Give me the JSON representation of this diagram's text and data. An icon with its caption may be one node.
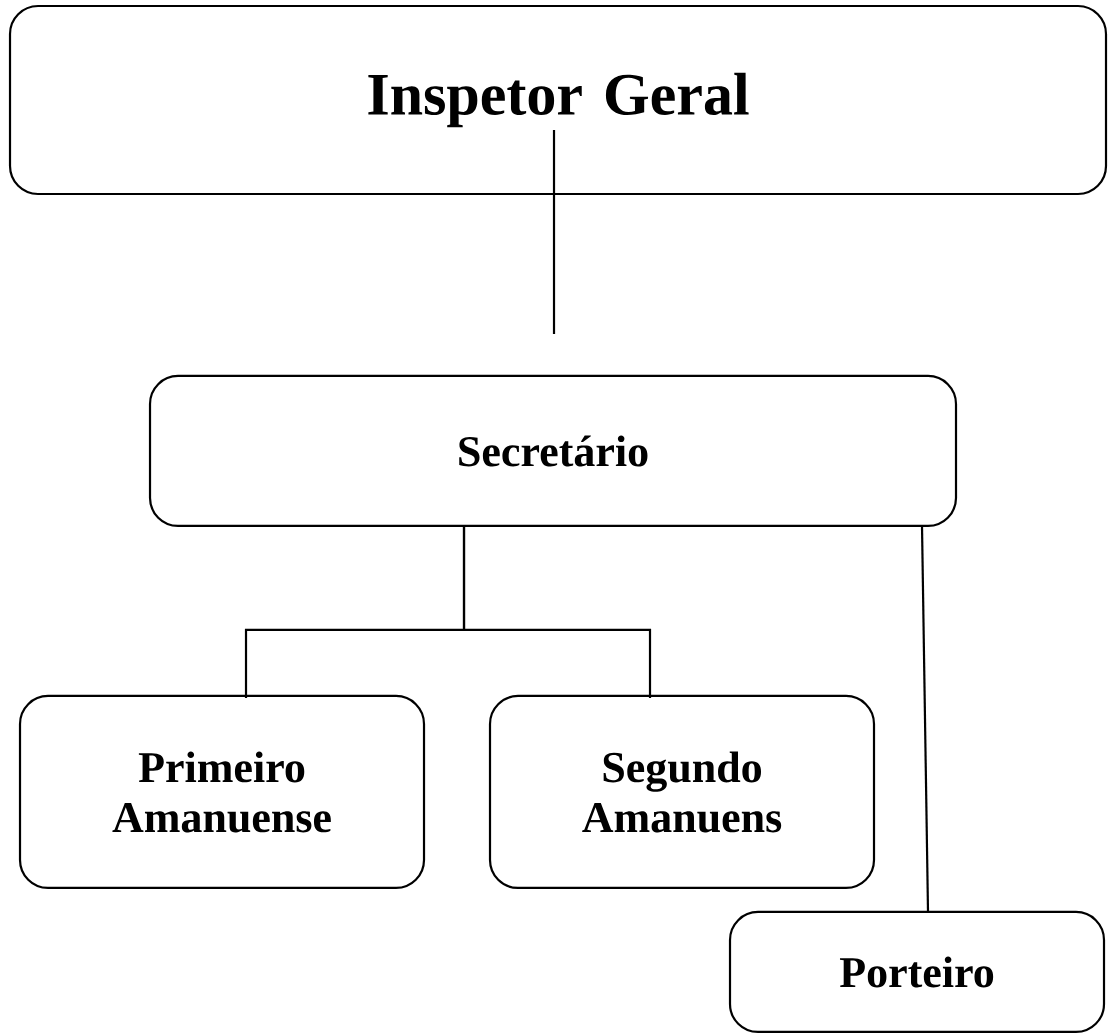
{
  "diagram": {
    "nodes": [
      {
        "text": [
          "Inspetor Geral"
        ]
      },
      {
        "text": [
          "Secretário"
        ]
      },
      {
        "text": [
          "Primeiro Amanuense"
        ]
      },
      {
        "text": [
          "Segundo Amanuens"
        ]
      },
      {
        "text": [
          "Porteiro"
        ]
      }
    ],
    "edges": [
      {
        "from": 0,
        "to": 1,
        "arrow": "none"
      },
      {
        "from": 1,
        "to": 2,
        "arrow": "none"
      },
      {
        "from": 1,
        "to": 3,
        "arrow": "none"
      },
      {
        "from": 1,
        "to": 4,
        "arrow": "none"
      }
    ]
  }
}
